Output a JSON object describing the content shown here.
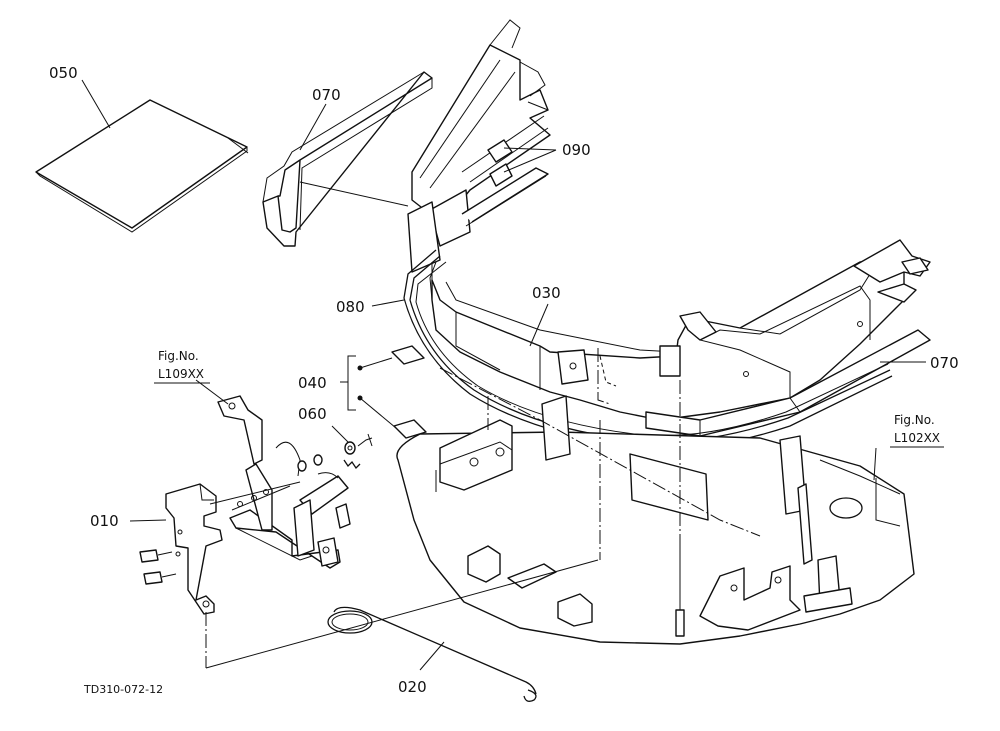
{
  "drawing_id": "TD310-072-12",
  "callouts": {
    "p050": "050",
    "p070_top": "070",
    "p090": "090",
    "p080": "080",
    "p030": "030",
    "p070_right": "070",
    "p040": "040",
    "p060": "060",
    "p010": "010",
    "p020": "020"
  },
  "references": {
    "ref1_title": "Fig.No.",
    "ref1_code": "L109XX",
    "ref2_title": "Fig.No.",
    "ref2_code": "L102XX"
  }
}
